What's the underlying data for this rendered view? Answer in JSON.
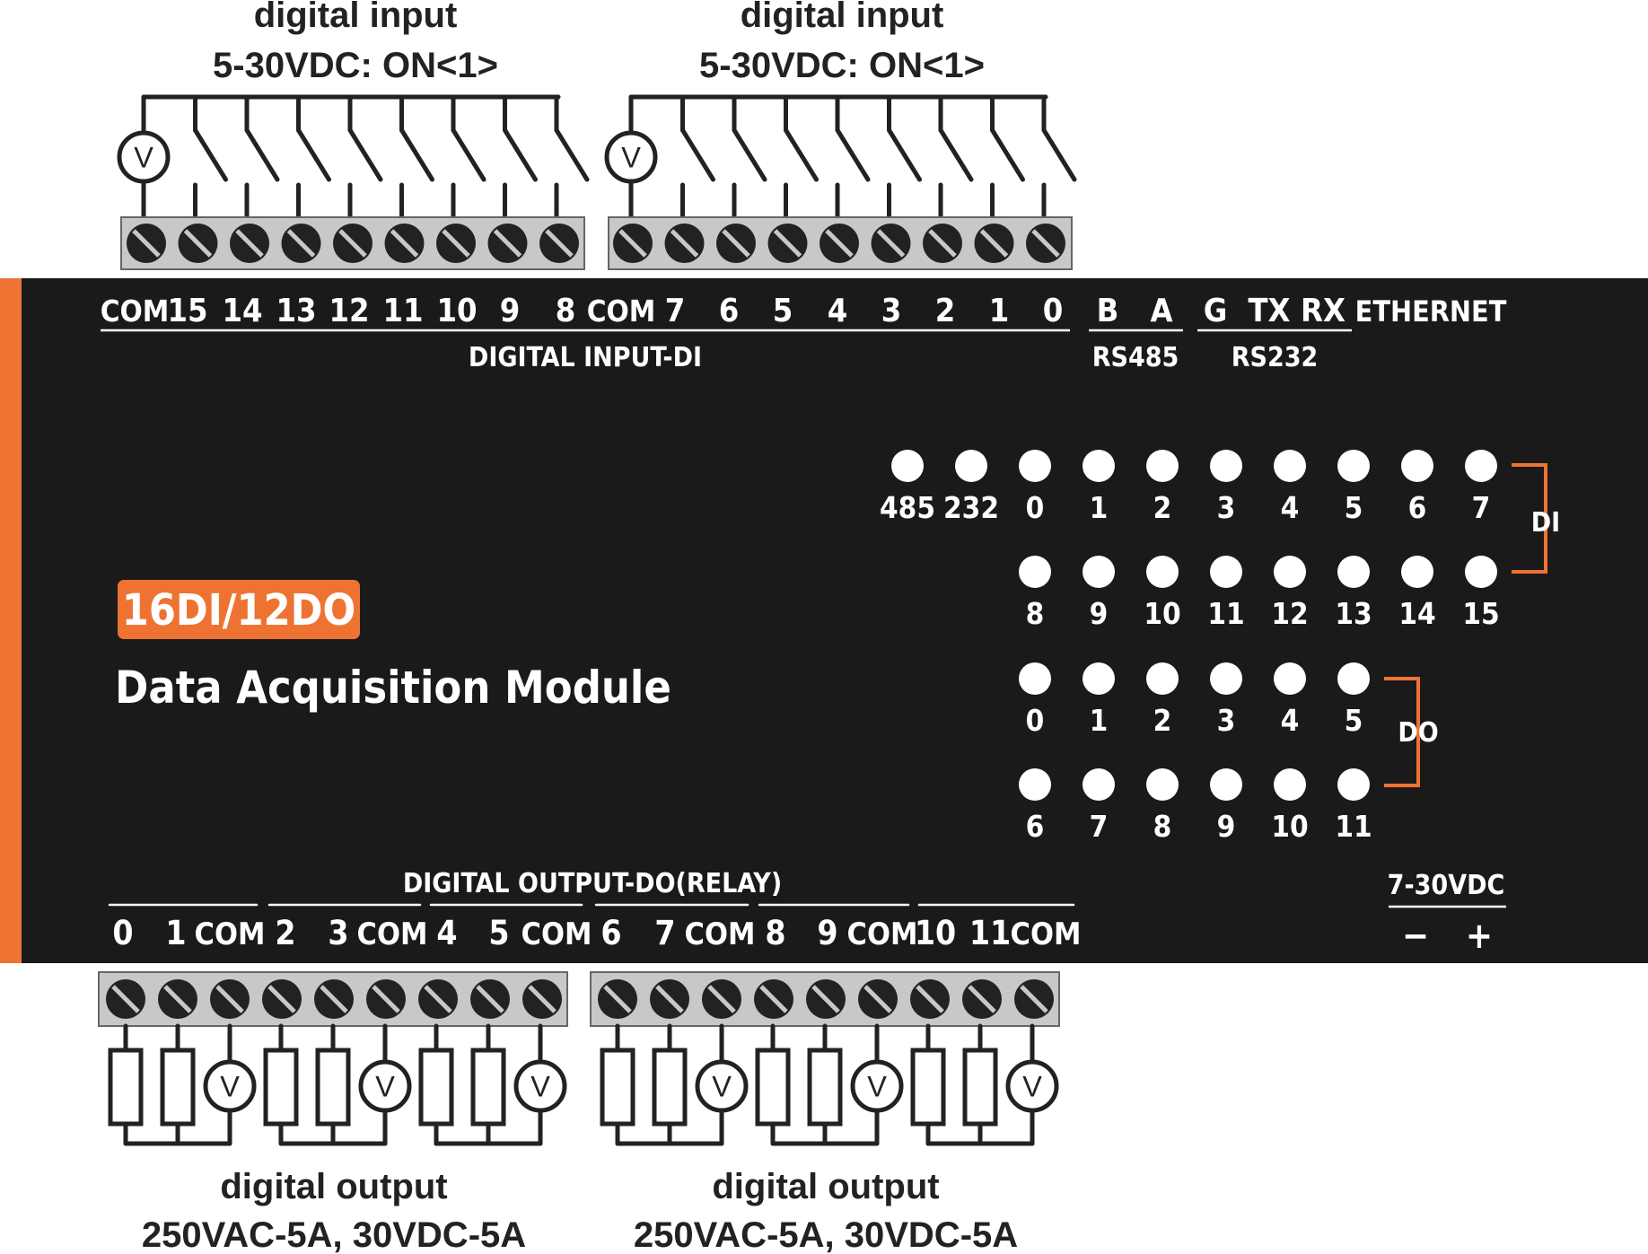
{
  "colors": {
    "panel": "#1a1a1a",
    "accent": "#ee7333",
    "terminal_strip": "#c8c8c8",
    "wire": "#222222",
    "indicator": "#ffffff",
    "text_light": "#ffffff",
    "text_dark": "#222222"
  },
  "top_captions": [
    {
      "line1": "digital input",
      "line2": "5-30VDC: ON<1>"
    },
    {
      "line1": "digital input",
      "line2": "5-30VDC: ON<1>"
    }
  ],
  "bottom_captions": [
    {
      "line1": "digital output",
      "line2": "250VAC-5A, 30VDC-5A"
    },
    {
      "line1": "digital output",
      "line2": "250VAC-5A, 30VDC-5A"
    }
  ],
  "meter_symbol": "V",
  "top_terminals": [
    "COM",
    "15",
    "14",
    "13",
    "12",
    "11",
    "10",
    "9",
    "8",
    "COM",
    "7",
    "6",
    "5",
    "4",
    "3",
    "2",
    "1",
    "0",
    "B",
    "A",
    "G",
    "TX",
    "RX",
    "ETHERNET"
  ],
  "top_groups": {
    "digital_input": "DIGITAL INPUT-DI",
    "rs485": "RS485",
    "rs232": "RS232"
  },
  "badge": "16DI/12DO",
  "module_title": "Data Acquisition Module",
  "leds": {
    "row1": [
      "485",
      "232",
      "0",
      "1",
      "2",
      "3",
      "4",
      "5",
      "6",
      "7"
    ],
    "row2": [
      "8",
      "9",
      "10",
      "11",
      "12",
      "13",
      "14",
      "15"
    ],
    "row3": [
      "0",
      "1",
      "2",
      "3",
      "4",
      "5"
    ],
    "row4": [
      "6",
      "7",
      "8",
      "9",
      "10",
      "11"
    ],
    "di_label": "DI",
    "do_label": "DO"
  },
  "bottom_group_label": "DIGITAL OUTPUT-DO(RELAY)",
  "bottom_terminals": [
    "0",
    "1",
    "COM",
    "2",
    "3",
    "COM",
    "4",
    "5",
    "COM",
    "6",
    "7",
    "COM",
    "8",
    "9",
    "COM",
    "10",
    "11",
    "COM"
  ],
  "power": {
    "label": "7-30VDC",
    "minus": "−",
    "plus": "+"
  }
}
